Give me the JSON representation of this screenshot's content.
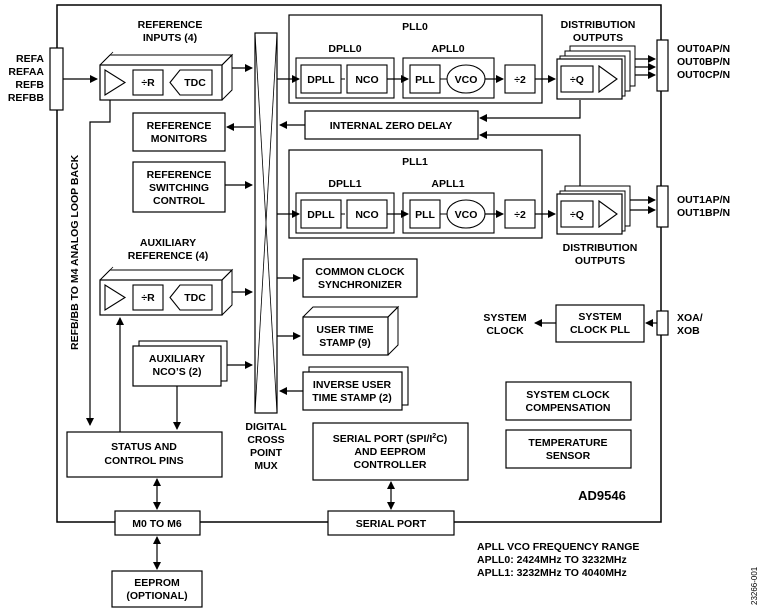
{
  "inputs": {
    "refa": "REFA",
    "refaa": "REFAA",
    "refb": "REFB",
    "refbb": "REFBB"
  },
  "ref_inputs": {
    "title1": "REFERENCE",
    "title2": "INPUTS (4)",
    "div": "÷R",
    "tdc": "TDC"
  },
  "aux_ref": {
    "title1": "AUXILIARY",
    "title2": "REFERENCE (4)",
    "div": "÷R",
    "tdc": "TDC"
  },
  "ref_monitors": {
    "line1": "REFERENCE",
    "line2": "MONITORS"
  },
  "ref_switching": {
    "line1": "REFERENCE",
    "line2": "SWITCHING",
    "line3": "CONTROL"
  },
  "aux_nco": {
    "line1": "AUXILIARY",
    "line2": "NCO’S (2)"
  },
  "status_pins": {
    "line1": "STATUS AND",
    "line2": "CONTROL PINS"
  },
  "loopback": "REFB/BB TO M4 ANALOG LOOP BACK",
  "crosspoint": {
    "line1": "DIGITAL",
    "line2": "CROSS",
    "line3": "POINT",
    "line4": "MUX"
  },
  "pll0": {
    "title": "PLL0",
    "dpll_title": "DPLL0",
    "apll_title": "APLL0",
    "dpll": "DPLL",
    "nco": "NCO",
    "pll": "PLL",
    "vco": "VCO",
    "div2": "÷2"
  },
  "pll1": {
    "title": "PLL1",
    "dpll_title": "DPLL1",
    "apll_title": "APLL1",
    "dpll": "DPLL",
    "nco": "NCO",
    "pll": "PLL",
    "vco": "VCO",
    "div2": "÷2"
  },
  "izd": "INTERNAL ZERO DELAY",
  "dist0": {
    "title1": "DISTRIBUTION",
    "title2": "OUTPUTS",
    "div": "÷Q"
  },
  "dist1": {
    "title1": "DISTRIBUTION",
    "title2": "OUTPUTS",
    "div": "÷Q"
  },
  "outputs0": {
    "a": "OUT0AP/N",
    "b": "OUT0BP/N",
    "c": "OUT0CP/N"
  },
  "outputs1": {
    "a": "OUT1AP/N",
    "b": "OUT1BP/N"
  },
  "common_sync": {
    "line1": "COMMON CLOCK",
    "line2": "SYNCHRONIZER"
  },
  "user_ts": {
    "line1": "USER TIME",
    "line2": "STAMP (9)"
  },
  "inv_ts": {
    "line1": "INVERSE USER",
    "line2": "TIME STAMP (2)"
  },
  "system_clock": {
    "line1": "SYSTEM",
    "line2": "CLOCK"
  },
  "sys_pll": {
    "line1": "SYSTEM",
    "line2": "CLOCK PLL"
  },
  "xo": {
    "line1": "XOA/",
    "line2": "XOB"
  },
  "sys_comp": {
    "line1": "SYSTEM CLOCK",
    "line2": "COMPENSATION"
  },
  "temp": {
    "line1": "TEMPERATURE",
    "line2": "SENSOR"
  },
  "serial_ctrl": {
    "line1": "SERIAL PORT (SPI/I",
    "sup": "2",
    "line1b": "C)",
    "line2": "AND EEPROM",
    "line3": "CONTROLLER"
  },
  "part": "AD9546",
  "m0m6": "M0 TO M6",
  "serial_port": "SERIAL PORT",
  "eeprom": {
    "line1": "EEPROM",
    "line2": "(OPTIONAL)"
  },
  "apll_range": {
    "title": "APLL VCO FREQUENCY RANGE",
    "l0": "APLL0: 2424MHz TO 3232MHz",
    "l1": "APLL1: 3232MHz TO 4040MHz"
  },
  "fig_id": "23266-001"
}
